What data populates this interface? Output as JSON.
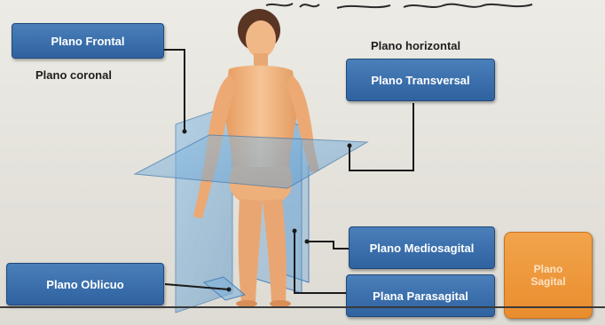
{
  "boxes": {
    "frontal": "Plano Frontal",
    "transversal": "Plano Transversal",
    "mediosagital": "Plano Mediosagital",
    "parasagital": "Plana Parasagital",
    "oblicuo": "Plano Oblicuo",
    "sagital_line1": "Plano",
    "sagital_line2": "Sagital"
  },
  "labels": {
    "coronal": "Plano coronal",
    "horizontal": "Plano horizontal"
  },
  "colors": {
    "box_blue": "#2f62a0",
    "box_orange": "#e98d2e",
    "plane_blue": "#7fb0d8",
    "skin": "#f0b27a"
  }
}
